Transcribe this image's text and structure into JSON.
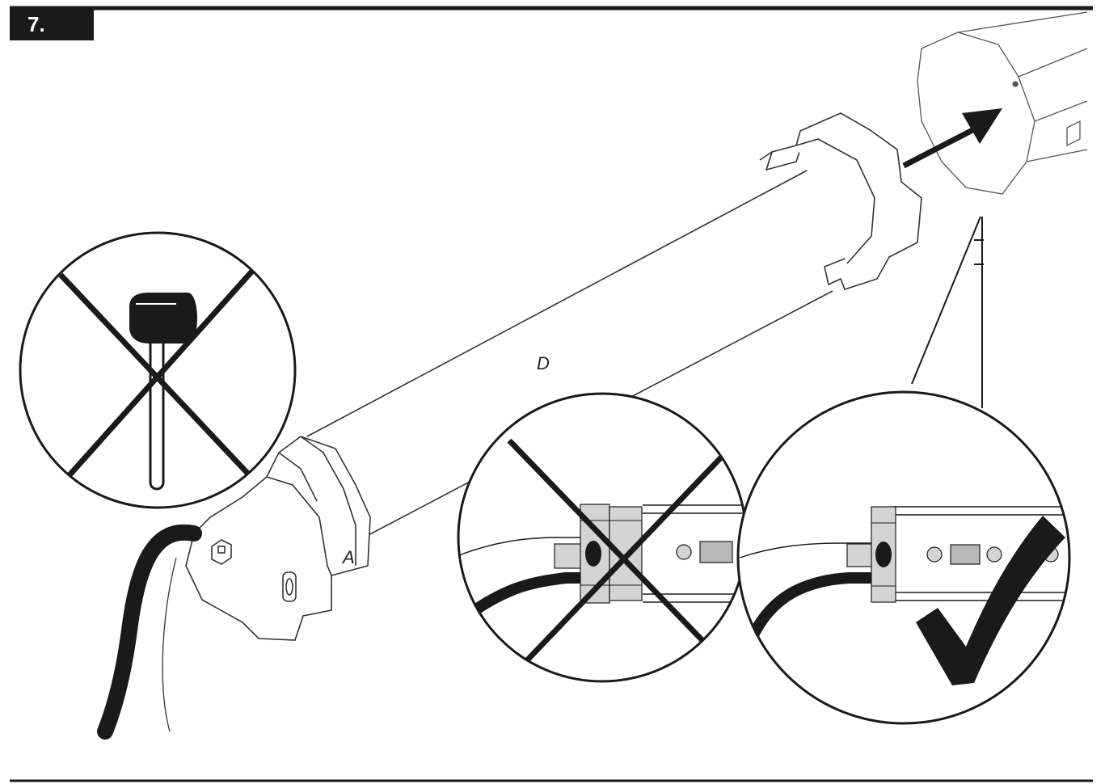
{
  "step": {
    "number": "7."
  },
  "labels": {
    "tube": "D",
    "motor_head": "A"
  },
  "colors": {
    "ink": "#1a1a1a",
    "metal_fill": "#d4d4d4",
    "paper": "#ffffff"
  },
  "icons": [
    "no-hammer-icon",
    "incorrect-icon",
    "correct-icon",
    "direction-arrow-icon"
  ]
}
